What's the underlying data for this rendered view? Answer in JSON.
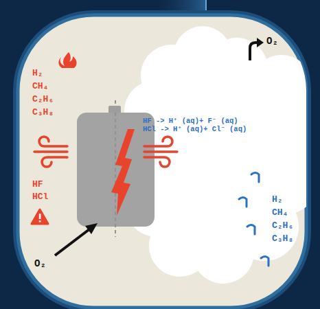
{
  "diagram": {
    "nodes": [
      {
        "text": [
          "HF -> H⁺ (aq)+ F⁻ (aq)",
          "HCl -> H⁺ (aq)+ Cl⁻ (aq)"
        ]
      }
    ],
    "labels": [
      "H₂",
      "CH₄",
      "C₂H₆",
      "C₃H₈",
      "HF",
      "HCl",
      "O₂",
      "O₂",
      "H₂",
      "CH₄",
      "C₂H₆",
      "C₃H₈"
    ]
  }
}
